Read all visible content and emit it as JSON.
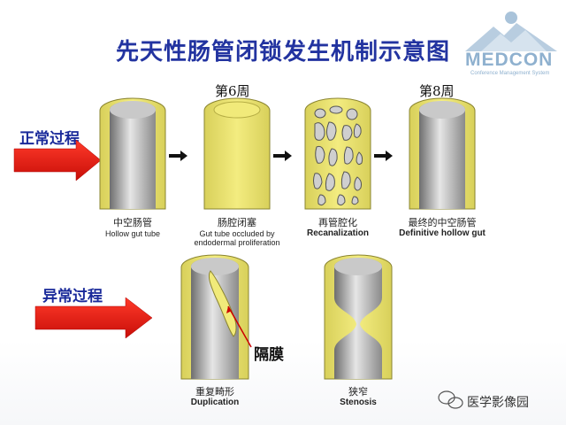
{
  "title": "先天性肠管闭锁发生机制示意图",
  "logo": {
    "name": "MEDCON",
    "tagline": "Conference Management System"
  },
  "weeks": {
    "week6": "第6周",
    "week8": "第8周"
  },
  "normal": {
    "label": "正常过程",
    "stages": [
      {
        "cn": "中空肠管",
        "en": "Hollow gut tube"
      },
      {
        "cn": "肠腔闭塞",
        "en": "Gut tube occluded by endodermal proliferation"
      },
      {
        "cn": "再管腔化",
        "en": "Recanalization"
      },
      {
        "cn": "最终的中空肠管",
        "en": "Definitive hollow gut"
      }
    ]
  },
  "abnormal": {
    "label": "异常过程",
    "stages": [
      {
        "cn": "重复畸形",
        "en": "Duplication"
      },
      {
        "cn": "狭窄",
        "en": "Stenosis"
      }
    ],
    "septum_label": "隔膜"
  },
  "watermark": "医学影像园",
  "colors": {
    "tube_yellow": "#ece46a",
    "tube_edge": "#8a8430",
    "arrow_red": "#e81e16",
    "title_blue": "#2233a0"
  }
}
